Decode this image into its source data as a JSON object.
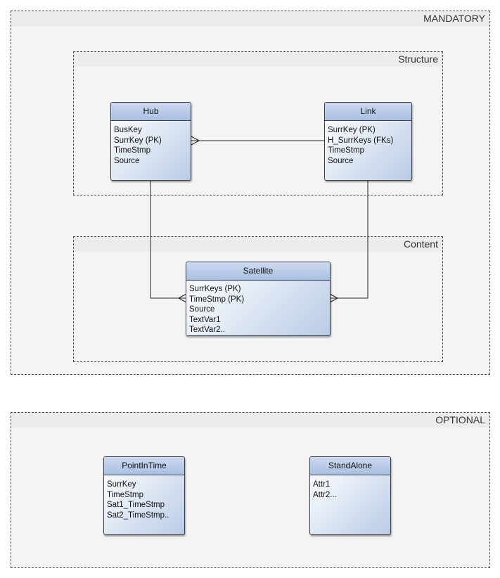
{
  "groups": {
    "mandatory": {
      "label": "MANDATORY"
    },
    "structure": {
      "label": "Structure"
    },
    "content": {
      "label": "Content"
    },
    "optional": {
      "label": "OPTIONAL"
    }
  },
  "entities": {
    "hub": {
      "title": "Hub",
      "attributes": [
        "BusKey",
        "SurrKey (PK)",
        "TimeStmp",
        "Source"
      ]
    },
    "link": {
      "title": "Link",
      "attributes": [
        "SurrKey (PK)",
        "H_SurrKeys (FKs)",
        "TimeStmp",
        "Source"
      ]
    },
    "satellite": {
      "title": "Satellite",
      "attributes": [
        "SurrKeys (PK)",
        "TimeStmp (PK)",
        "Source",
        "TextVar1",
        "TextVar2.."
      ]
    },
    "pointintime": {
      "title": "PointInTime",
      "attributes": [
        "SurrKey",
        "TimeStmp",
        "Sat1_TimeStmp",
        "Sat2_TimeStmp.."
      ]
    },
    "standalone": {
      "title": "StandAlone",
      "attributes": [
        "Attr1",
        "Attr2..."
      ]
    }
  },
  "relationships": [
    {
      "from": "Hub",
      "to": "Link",
      "crow_foot_at": "Hub"
    },
    {
      "from": "Hub",
      "to": "Satellite",
      "crow_foot_at": "Satellite"
    },
    {
      "from": "Link",
      "to": "Satellite",
      "crow_foot_at": "Satellite"
    }
  ],
  "colors": {
    "entity_header": "#b3c6e6",
    "entity_body_end": "#b9cbe6",
    "border": "#3a3f4a",
    "group_bg": "#f4f4f4"
  }
}
